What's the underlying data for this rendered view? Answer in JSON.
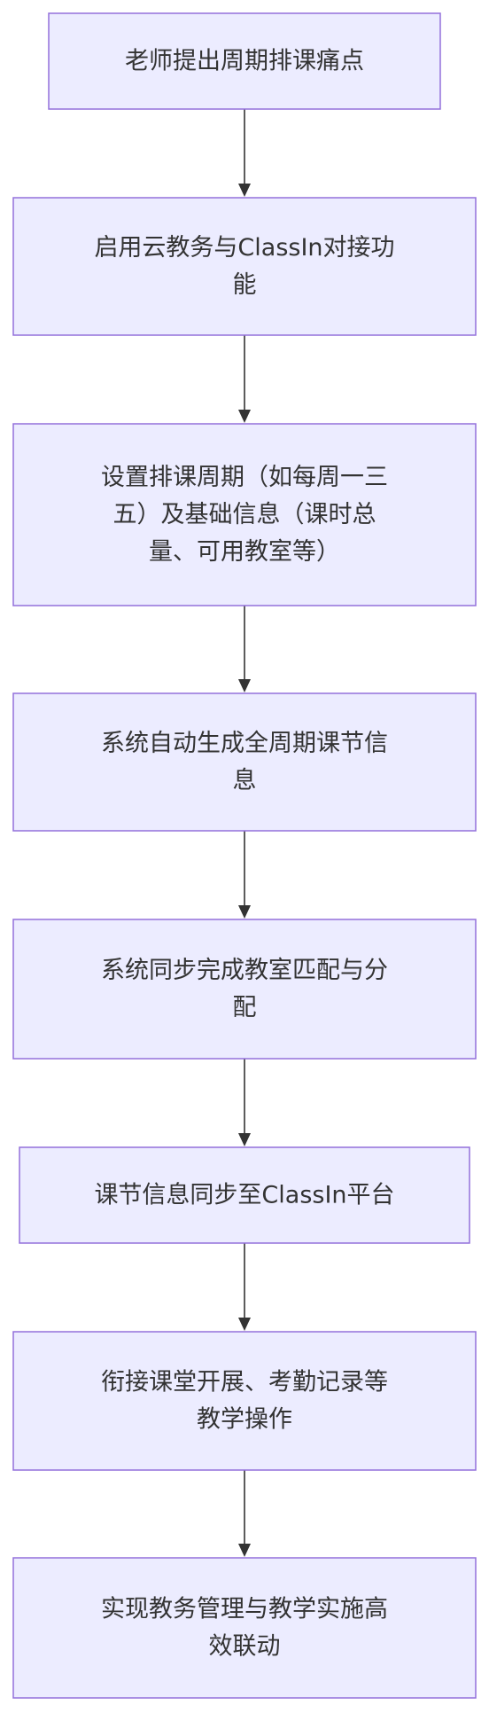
{
  "diagram": {
    "type": "flowchart",
    "direction": "top-to-bottom",
    "colors": {
      "node_fill": "#ececff",
      "node_border": "#9370db",
      "edge": "#333333",
      "text": "#333333"
    },
    "nodes": [
      {
        "id": "n1",
        "lines": [
          "老师提出周期排课痛点"
        ]
      },
      {
        "id": "n2",
        "lines": [
          "启用云教务与ClassIn对接功",
          "能"
        ]
      },
      {
        "id": "n3",
        "lines": [
          "设置排课周期（如每周一三",
          "五）及基础信息（课时总",
          "量、可用教室等）"
        ]
      },
      {
        "id": "n4",
        "lines": [
          "系统自动生成全周期课节信",
          "息"
        ]
      },
      {
        "id": "n5",
        "lines": [
          "系统同步完成教室匹配与分",
          "配"
        ]
      },
      {
        "id": "n6",
        "lines": [
          "课节信息同步至ClassIn平台"
        ]
      },
      {
        "id": "n7",
        "lines": [
          "衔接课堂开展、考勤记录等",
          "教学操作"
        ]
      },
      {
        "id": "n8",
        "lines": [
          "实现教务管理与教学实施高",
          "效联动"
        ]
      }
    ],
    "edges": [
      {
        "from": "n1",
        "to": "n2"
      },
      {
        "from": "n2",
        "to": "n3"
      },
      {
        "from": "n3",
        "to": "n4"
      },
      {
        "from": "n4",
        "to": "n5"
      },
      {
        "from": "n5",
        "to": "n6"
      },
      {
        "from": "n6",
        "to": "n7"
      },
      {
        "from": "n7",
        "to": "n8"
      }
    ]
  }
}
